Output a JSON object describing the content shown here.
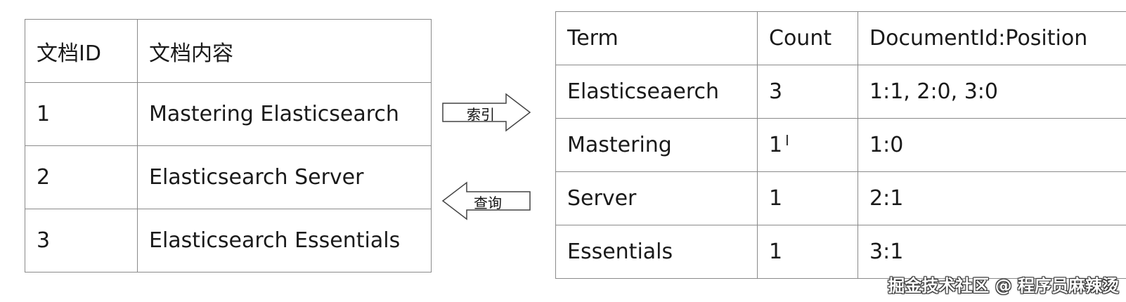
{
  "documents_table": {
    "headers": [
      "文档ID",
      "文档内容"
    ],
    "rows": [
      [
        "1",
        "Mastering Elasticsearch"
      ],
      [
        "2",
        "Elasticsearch Server"
      ],
      [
        "3",
        "Elasticsearch Essentials"
      ]
    ]
  },
  "arrows": {
    "index_label": "索引",
    "query_label": "查询"
  },
  "inverted_index_table": {
    "headers": [
      "Term",
      "Count",
      "DocumentId:Position"
    ],
    "rows": [
      [
        "Elasticseaerch",
        "3",
        "1:1, 2:0, 3:0"
      ],
      [
        "Mastering",
        "1",
        "1:0"
      ],
      [
        "Server",
        "1",
        "2:1"
      ],
      [
        "Essentials",
        "1",
        "3:1"
      ]
    ]
  },
  "watermark": "掘金技术社区 @ 程序员麻辣烫"
}
